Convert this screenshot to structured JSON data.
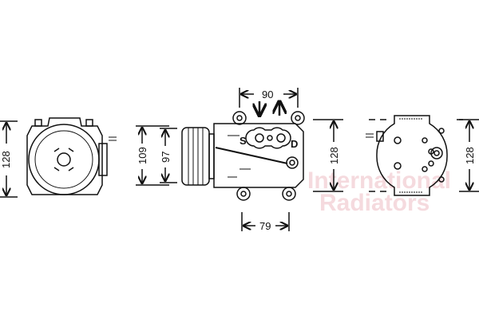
{
  "watermark": {
    "line1": "International",
    "line2": "Radiators",
    "color": "#f3d2d6"
  },
  "views": {
    "front": {
      "dimensions": {
        "height": "128"
      }
    },
    "side": {
      "dimensions": {
        "overall_height": "109",
        "body_height": "97",
        "top_mount_spacing": "90",
        "bottom_mount_spacing": "79"
      },
      "ports": {
        "suction": "S",
        "discharge": "D"
      }
    },
    "rear": {
      "dimensions": {
        "height_left": "128",
        "height_right": "128"
      }
    }
  }
}
